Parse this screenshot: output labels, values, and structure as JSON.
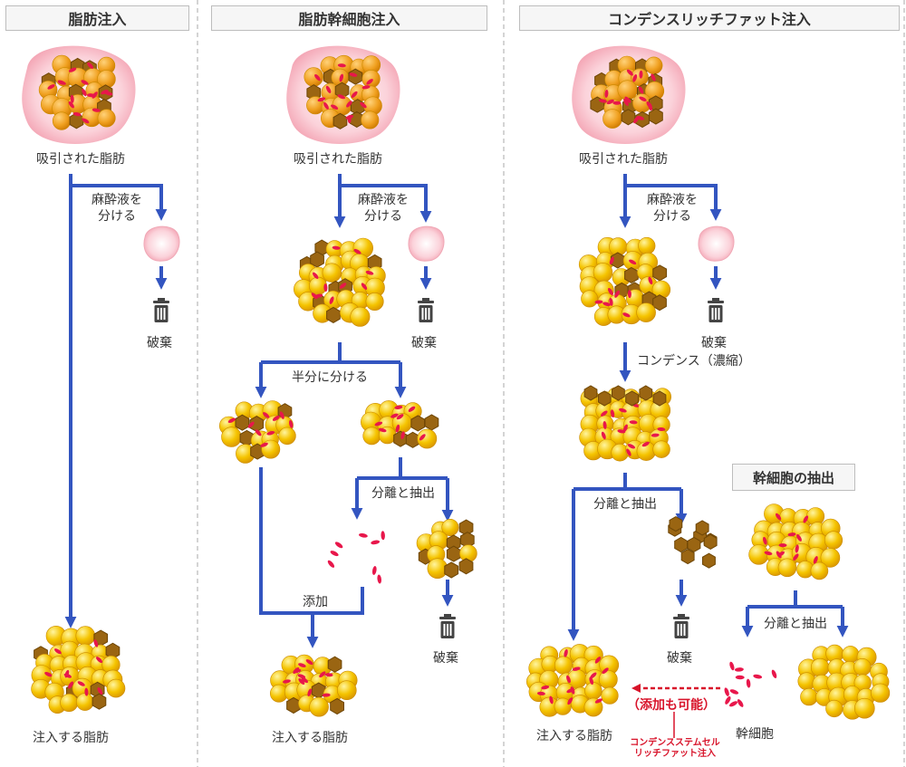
{
  "panels": {
    "fat": {
      "title": "脂肪注入",
      "harvested": "吸引された脂肪",
      "separate_anesthetic": "麻酔液を\n分ける",
      "discard": "破棄",
      "injected": "注入する脂肪"
    },
    "stem": {
      "title": "脂肪幹細胞注入",
      "harvested": "吸引された脂肪",
      "separate_anesthetic": "麻酔液を\n分ける",
      "discard1": "破棄",
      "split_half": "半分に分ける",
      "separate_extract": "分離と抽出",
      "add": "添加",
      "discard2": "破棄",
      "injected": "注入する脂肪"
    },
    "condense": {
      "title": "コンデンスリッチファット注入",
      "harvested": "吸引された脂肪",
      "separate_anesthetic": "麻酔液を\n分ける",
      "discard1": "破棄",
      "condense": "コンデンス（濃縮）",
      "separate_extract": "分離と抽出",
      "discard2": "破棄",
      "injected": "注入する脂肪"
    },
    "stemcell": {
      "title": "幹細胞の抽出",
      "separate_extract": "分離と抽出",
      "stem_cells": "幹細胞",
      "optional_add": "（添加も可能）",
      "csc_note": "コンデンスステムセル\nリッチファット注入"
    }
  },
  "colors": {
    "arrow": "#3355c0",
    "fat_cell": "#f5c400",
    "stem_cell": "#e8174b",
    "connective": "#9a6512",
    "anesthetic": "#f7c2cb",
    "note_red": "#d8132a",
    "divider": "#aaaaaa"
  }
}
